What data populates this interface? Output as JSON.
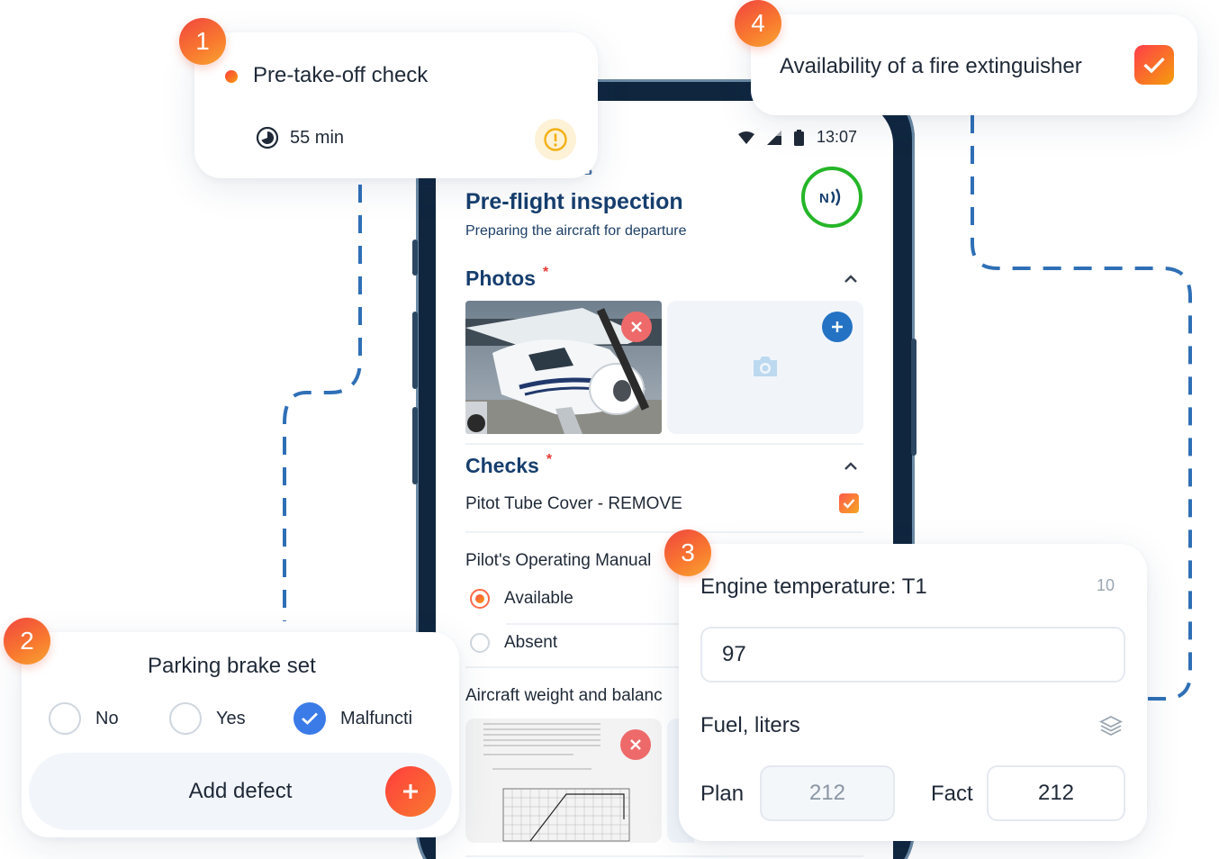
{
  "card_precheck": {
    "badge": "1",
    "title": "Pre-take-off check",
    "duration": "55 min"
  },
  "card_parking": {
    "badge": "2",
    "title": "Parking brake set",
    "options": [
      "No",
      "Yes",
      "Malfuncti"
    ],
    "selected_index": 2,
    "add_defect_label": "Add defect"
  },
  "card_engine": {
    "badge": "3",
    "engine_label": "Engine temperature: T1",
    "engine_counter": "10",
    "engine_value": "97",
    "fuel_label": "Fuel, liters",
    "plan_label": "Plan",
    "plan_value": "212",
    "fact_label": "Fact",
    "fact_value": "212"
  },
  "card_fire": {
    "badge": "4",
    "title": "Availability of a fire extinguisher",
    "checked": true
  },
  "phone": {
    "status_time": "13:07",
    "title": "Pre-flight inspection",
    "subtitle": "Preparing the aircraft for departure",
    "sections": {
      "photos": {
        "label": "Photos",
        "required_mark": "*"
      },
      "checks": {
        "label": "Checks",
        "required_mark": "*"
      }
    },
    "check_item": "Pitot Tube Cover - REMOVE",
    "manual_question": "Pilot's Operating Manual",
    "manual_options": [
      "Available",
      "Absent"
    ],
    "manual_selected_index": 0,
    "weight_label": "Aircraft weight and balanc"
  },
  "colors": {
    "accent_gradient_start": "#f0453f",
    "accent_gradient_end": "#f7a531",
    "heading_blue": "#163e6e",
    "nfc_green": "#25b528",
    "dash_blue": "#2f6fb6",
    "add_blue": "#2472c4",
    "check_blue": "#3b7be8"
  }
}
